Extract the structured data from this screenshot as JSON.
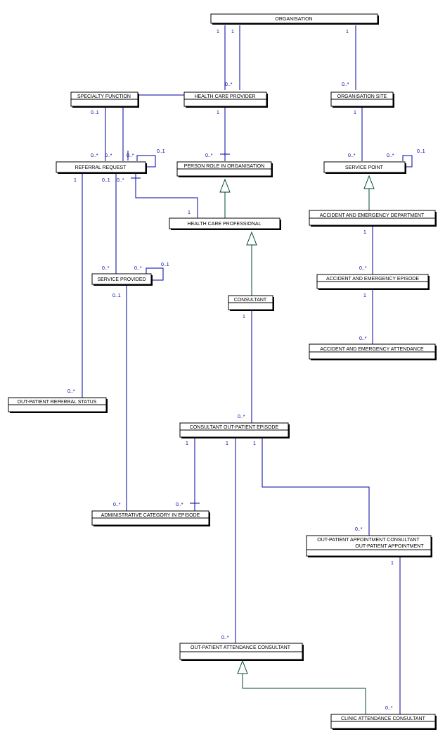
{
  "colors": {
    "line": "#0000a0",
    "inherit": "#004a3a",
    "box_border": "#000000",
    "box_shadow": "#000000",
    "text": "#000000",
    "multiplicity": "#0000a0"
  },
  "entities": {
    "organisation": "ORGANISATION",
    "specialty_function": "SPECIALTY FUNCTION",
    "health_care_provider": "HEALTH CARE PROVIDER",
    "organisation_site": "ORGANISATION SITE",
    "referral_request": "REFERRAL REQUEST",
    "person_role": "PERSON ROLE IN ORGANISATION",
    "service_point": "SERVICE POINT",
    "health_care_professional": "HEALTH CARE PROFESSIONAL",
    "ae_department": "ACCIDENT AND EMERGENCY DEPARTMENT",
    "service_provided": "SERVICE PROVIDED",
    "ae_episode": "ACCIDENT AND EMERGENCY EPISODE",
    "consultant": "CONSULTANT",
    "ae_attendance": "ACCIDENT AND EMERGENCY ATTENDANCE",
    "op_referral_status": "OUT-PATIENT REFERRAL STATUS",
    "consultant_op_episode": "CONSULTANT OUT-PATIENT EPISODE",
    "admin_category": "ADMINISTRATIVE CATEGORY IN EPISODE",
    "op_appointment_line1": "OUT-PATIENT APPOINTMENT CONSULTANT",
    "op_appointment_line2": "OUT-PATIENT APPOINTMENT",
    "op_attendance_consultant": "OUT-PATIENT ATTENDANCE CONSULTANT",
    "clinic_attendance_consultant": "CLINIC ATTENDANCE CONSULTANT"
  },
  "multiplicities": {
    "org_hcp_1a": "1",
    "org_hcp_1b": "1",
    "org_site_1": "1",
    "hcp_many": "0..*",
    "site_many": "0..*",
    "spec_01": "0..1",
    "hcp_1": "1",
    "site_1": "1",
    "rr_many_a": "0..*",
    "rr_many_b": "0..*",
    "rr_many_c": "0..*",
    "rr_self_01": "0..1",
    "prio_many": "0..*",
    "sp_many": "0..*",
    "sp_many_self": "0..*",
    "sp_self_01": "0..1",
    "rr_1": "1",
    "rr_01": "0..1",
    "rr_many_bottom": "0..*",
    "hcprof_1": "1",
    "aed_1": "1",
    "srv_many": "0..*",
    "srv_many_self": "0..*",
    "srv_self_01": "0..1",
    "aee_many": "0..*",
    "srv_01": "0..1",
    "aee_1": "1",
    "cons_1": "1",
    "aea_many": "0..*",
    "ops_many": "0..*",
    "cope_many": "0..*",
    "cope_1a": "1",
    "cope_1b": "1",
    "cope_1c": "1",
    "adm_many_a": "0..*",
    "adm_many_b": "0..*",
    "opa_many": "0..*",
    "opa_1": "1",
    "opac_many": "0..*",
    "cac_many": "0..*"
  }
}
